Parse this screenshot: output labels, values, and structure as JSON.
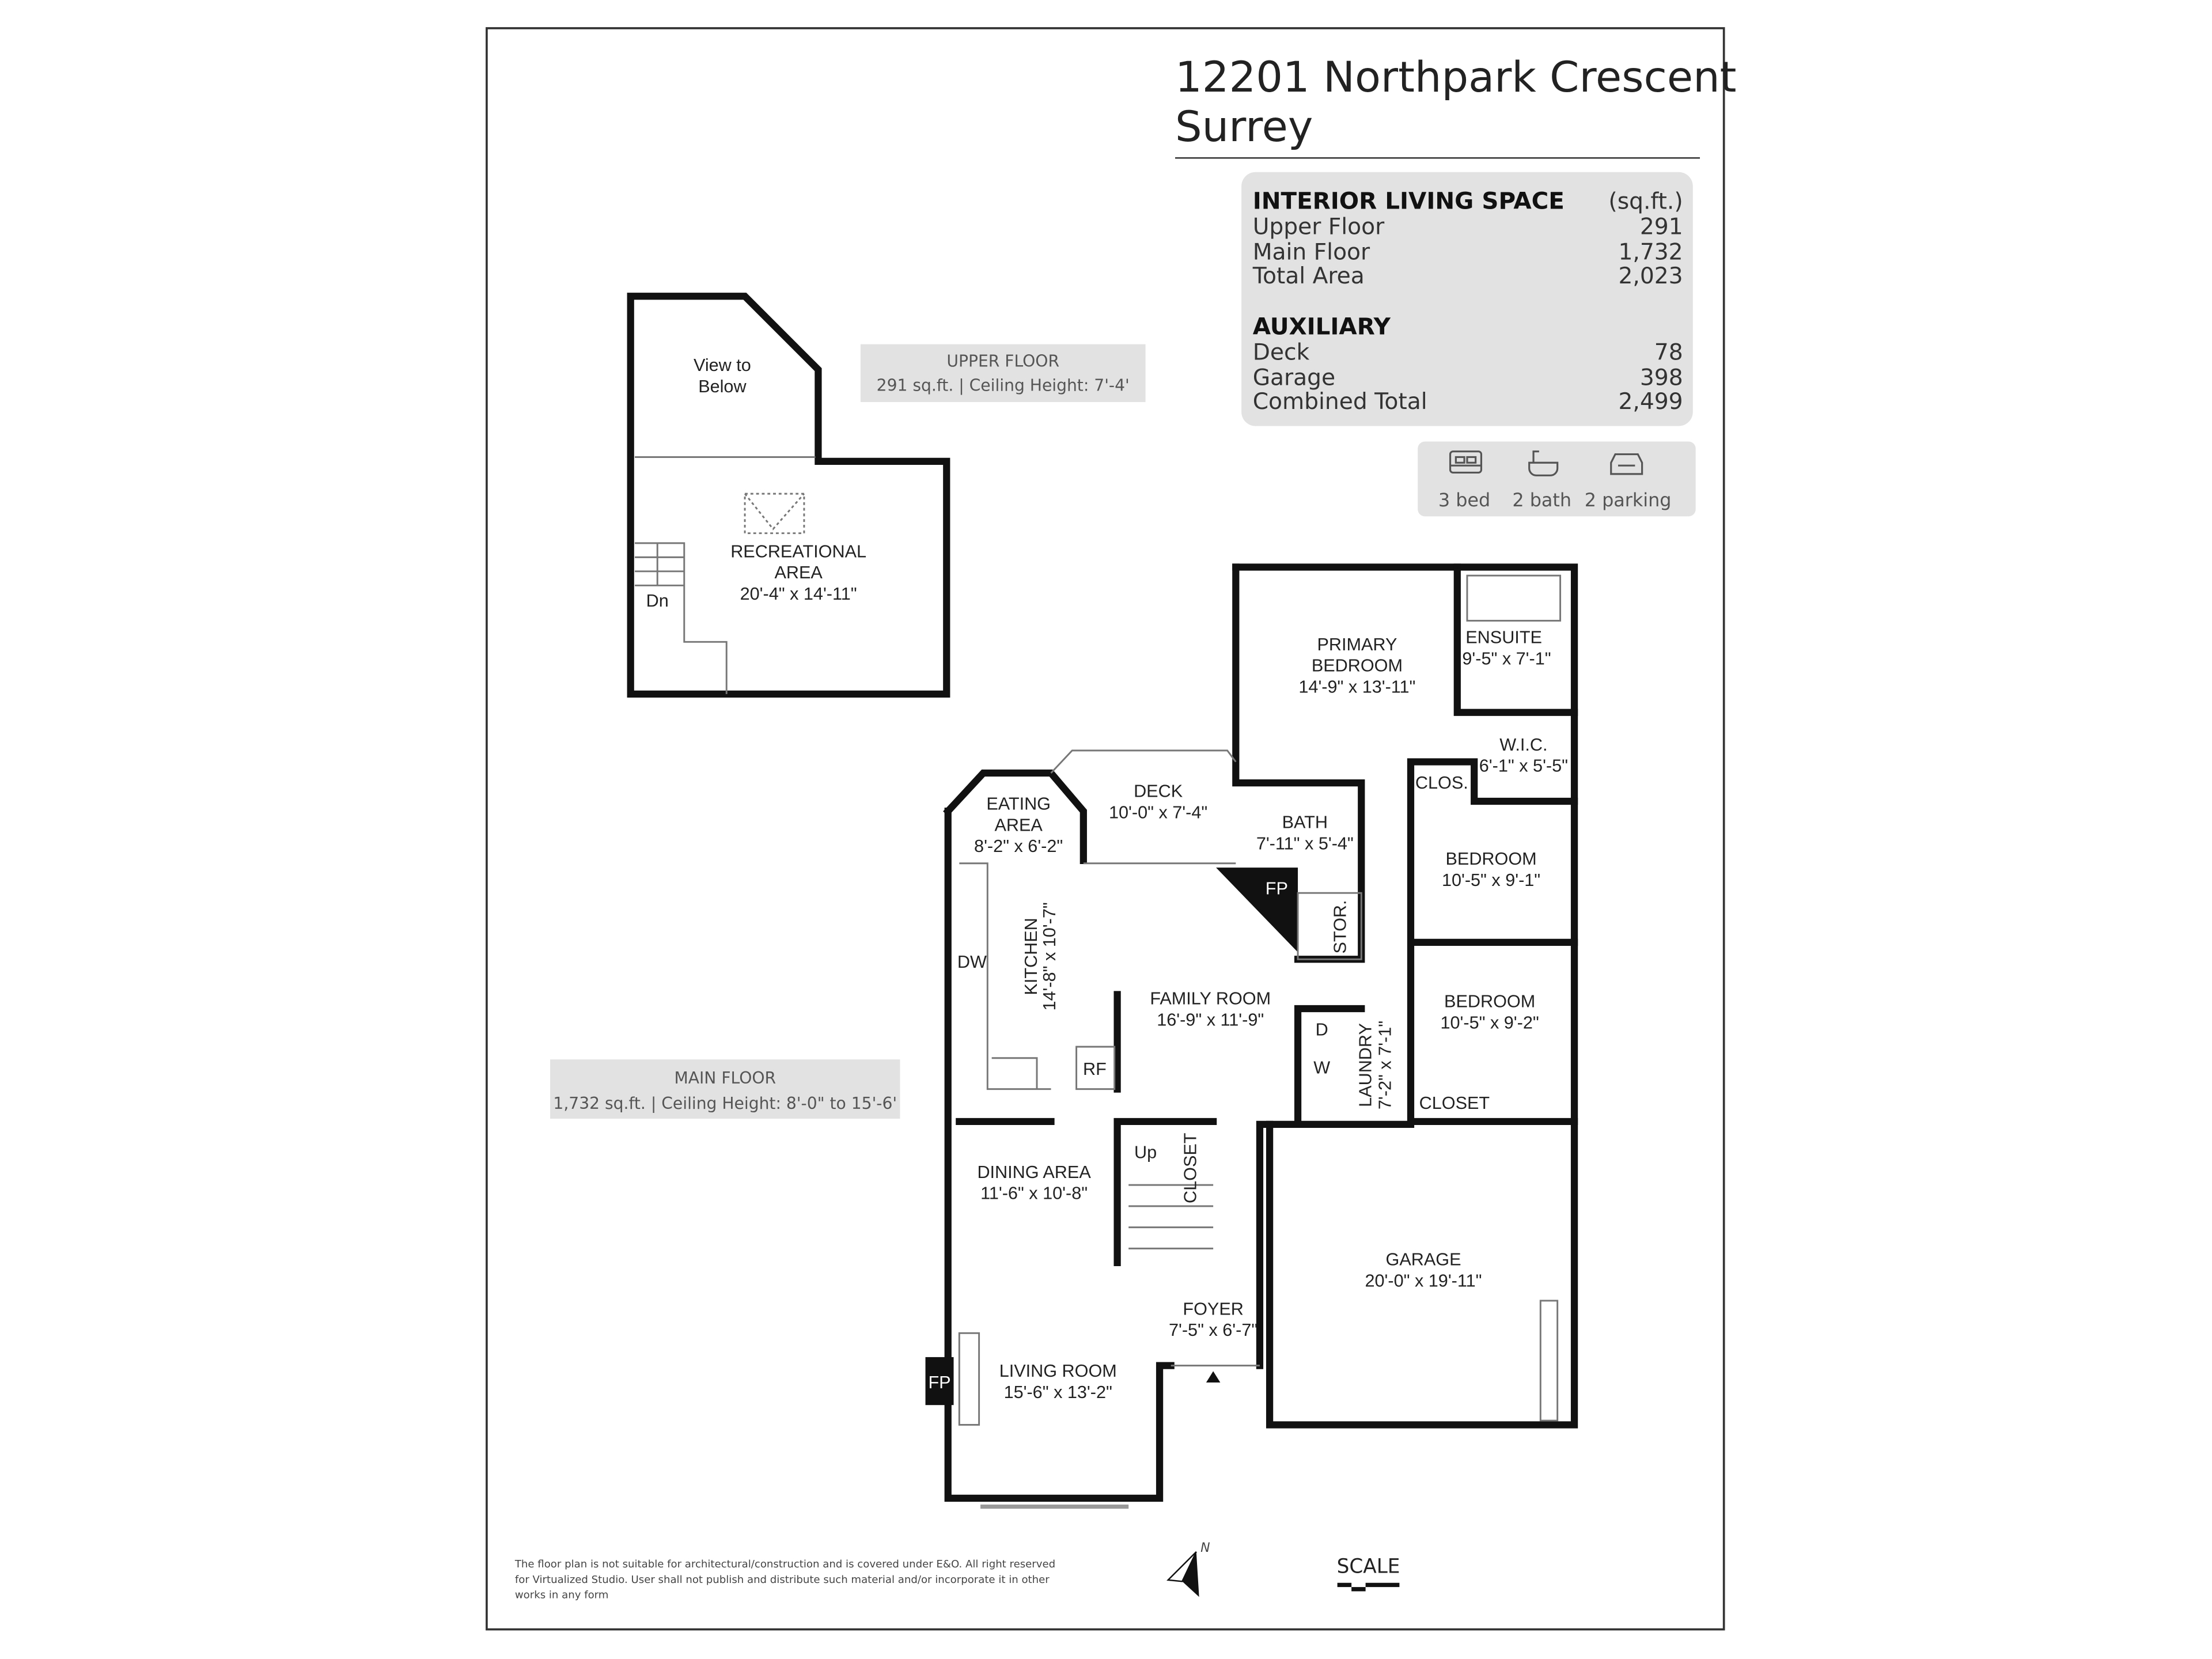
{
  "header": {
    "address": "12201 Northpark Crescent",
    "city": "Surrey"
  },
  "interior": {
    "heading": "INTERIOR LIVING SPACE",
    "unit": "(sq.ft.)",
    "rows": [
      {
        "label": "Upper Floor",
        "value": "291"
      },
      {
        "label": "Main Floor",
        "value": "1,732"
      },
      {
        "label": "Total Area",
        "value": "2,023"
      }
    ]
  },
  "auxiliary": {
    "heading": "AUXILIARY",
    "rows": [
      {
        "label": "Deck",
        "value": "78"
      },
      {
        "label": "Garage",
        "value": "398"
      },
      {
        "label": "Combined Total",
        "value": "2,499"
      }
    ]
  },
  "features": [
    {
      "icon": "bed-icon",
      "label": "3 bed"
    },
    {
      "icon": "bathtub-icon",
      "label": "2 bath"
    },
    {
      "icon": "car-icon",
      "label": "2 parking"
    }
  ],
  "upper_floor": {
    "label": "UPPER FLOOR",
    "detail": "291 sq.ft. | Ceiling Height: 7'-4'",
    "view_to_below": [
      "View to",
      "Below"
    ],
    "rec": [
      "RECREATIONAL",
      "AREA",
      "20'-4\" x 14'-11\""
    ],
    "dn": "Dn"
  },
  "main_floor": {
    "label": "MAIN FLOOR",
    "detail": "1,732 sq.ft. | Ceiling Height: 8'-0\" to 15'-6'",
    "rooms": {
      "primary": [
        "PRIMARY",
        "BEDROOM",
        "14'-9\" x 13'-11\""
      ],
      "ensuite": [
        "ENSUITE",
        "9'-5\" x 7'-1\""
      ],
      "wic": [
        "W.I.C.",
        "6'-1\" x 5'-5\""
      ],
      "clos": "CLOS.",
      "deck": [
        "DECK",
        "10'-0\" x 7'-4\""
      ],
      "eating": [
        "EATING",
        "AREA",
        "8'-2\" x 6'-2\""
      ],
      "bath": [
        "BATH",
        "7'-11\" x 5'-4\""
      ],
      "bedroom1": [
        "BEDROOM",
        "10'-5\" x 9'-1\""
      ],
      "bedroom2": [
        "BEDROOM",
        "10'-5\" x 9'-2\""
      ],
      "fp": "FP",
      "stor": "STOR.",
      "kitchen": [
        "KITCHEN",
        "14'-8\" x 10'-7\""
      ],
      "dw": "DW",
      "family": [
        "FAMILY ROOM",
        "16'-9\" x 11'-9\""
      ],
      "laundry": [
        "LAUNDRY",
        "7'-2\" x 7'-1\""
      ],
      "d": "D",
      "w": "W",
      "closet1": "CLOSET",
      "rf": "RF",
      "dining": [
        "DINING AREA",
        "11'-6\" x 10'-8\""
      ],
      "up": "Up",
      "closet2": "CLOSET",
      "garage": [
        "GARAGE",
        "20'-0\" x 19'-11\""
      ],
      "foyer": [
        "FOYER",
        "7'-5\" x 6'-7\""
      ],
      "living": [
        "LIVING ROOM",
        "15'-6\" x 13'-2\""
      ],
      "fp2": "FP"
    }
  },
  "footer": {
    "disclaimer": [
      "The floor plan is not suitable for architectural/construction and is covered under E&O. All right reserved",
      "for Virtualized Studio. User shall not publish and distribute such material and/or incorporate it in other",
      "works in any form"
    ],
    "north": "N",
    "scale": "SCALE"
  },
  "colors": {
    "panel": "#e2e2e2",
    "wall": "#111111",
    "frame": "#333333"
  }
}
